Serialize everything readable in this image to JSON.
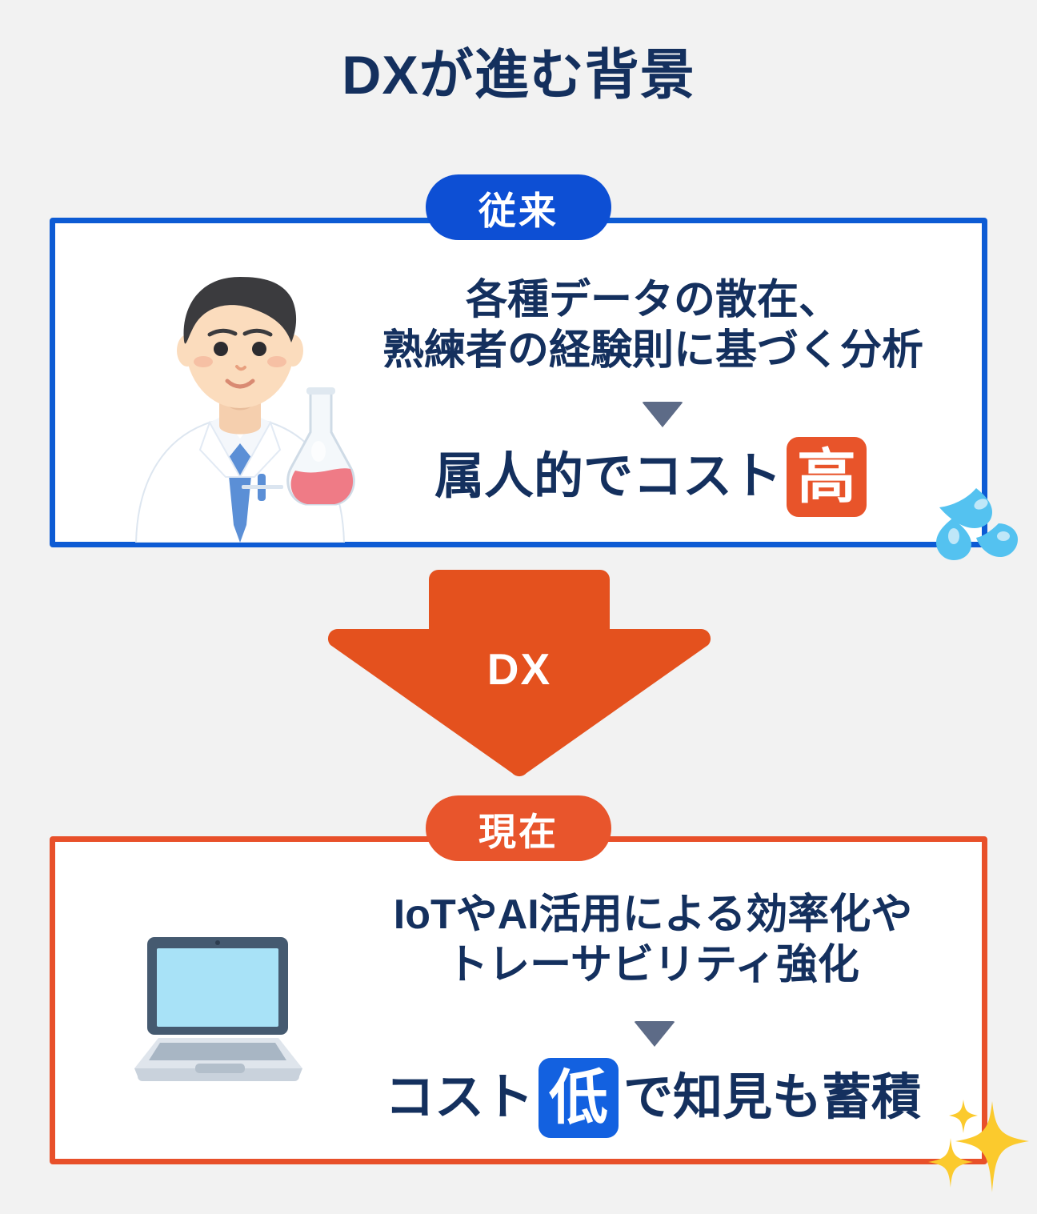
{
  "title": "DXが進む背景",
  "colors": {
    "background": "#f2f2f2",
    "title_navy": "#14305e",
    "legacy_blue": "#0d5bd4",
    "badge_blue": "#0d4fd4",
    "current_orange": "#e8502a",
    "badge_orange": "#e8552c",
    "chip_high_orange": "#e8542a",
    "chip_low_blue": "#1361e0",
    "triangle_gray": "#5d6b87",
    "sparkle_yellow": "#fbca2d",
    "drop_blue": "#54c2f0"
  },
  "legacy_panel": {
    "badge_label": "従来",
    "lead_line1": "各種データの散在、",
    "lead_line2": "熟練者の経験則に基づく分析",
    "result_prefix": "属人的でコスト",
    "result_chip": "高",
    "result_suffix": "",
    "illustration_name": "scientist-with-flask",
    "decoration_name": "sweat-drops"
  },
  "transition_arrow": {
    "label": "DX",
    "direction": "down"
  },
  "current_panel": {
    "badge_label": "現在",
    "lead_line1": "IoTやAI活用による効率化や",
    "lead_line2": "トレーサビリティ強化",
    "result_prefix": "コスト",
    "result_chip": "低",
    "result_suffix": "で知見も蓄積",
    "illustration_name": "laptop",
    "decoration_name": "sparkles"
  }
}
